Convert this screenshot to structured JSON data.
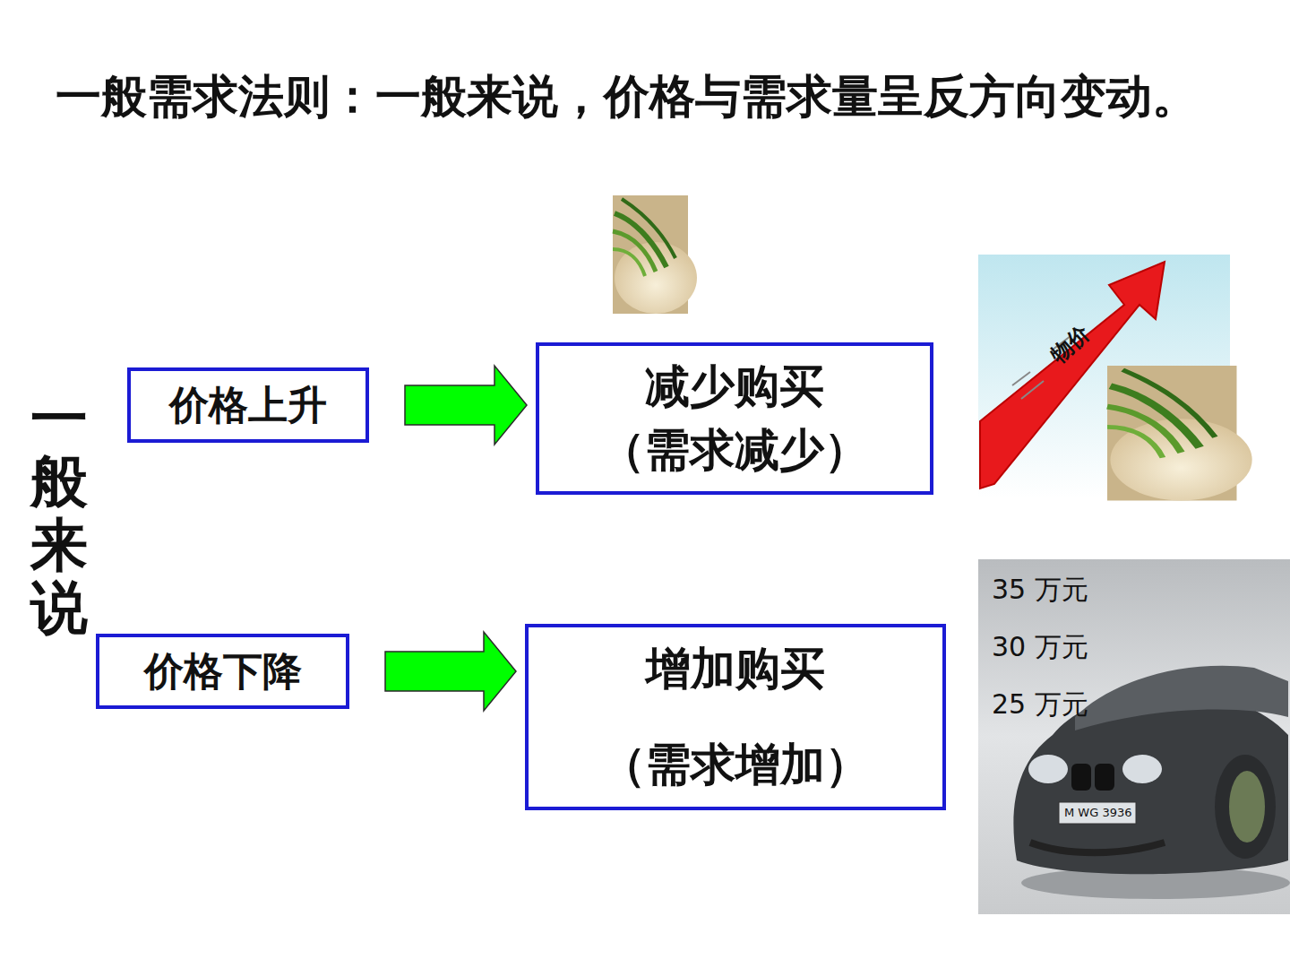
{
  "diagram": {
    "title": "一般需求法则：一般来说，价格与需求量呈反方向变动。",
    "nodes": [
      {
        "text": [
          "价格上升"
        ]
      },
      {
        "text": [
          "减少购买",
          "（需求减少）"
        ]
      },
      {
        "text": [
          "价格下降"
        ]
      },
      {
        "text": [
          "增加购买",
          "（需求增加）"
        ]
      }
    ],
    "edges": [
      {
        "from": 0,
        "to": 1,
        "arrow": "to"
      },
      {
        "from": 2,
        "to": 3,
        "arrow": "to"
      }
    ],
    "labels": [
      "一般来说",
      "物价",
      "35 万元",
      "30 万元",
      "25 万元",
      "M WG 3936"
    ]
  }
}
